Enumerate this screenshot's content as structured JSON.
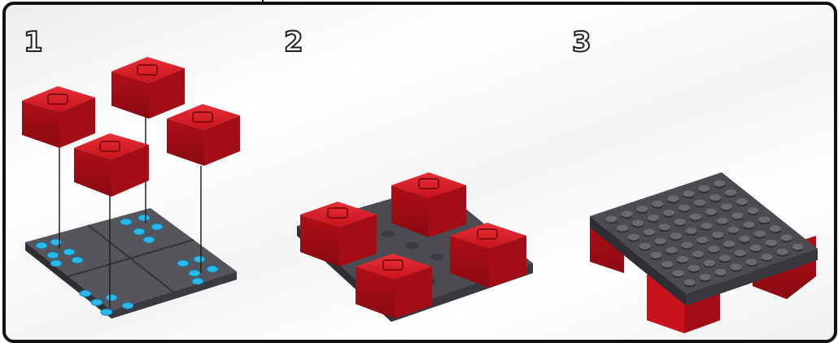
{
  "steps": [
    {
      "number": "1",
      "description_icon": "bricks-exploded-above-plate"
    },
    {
      "number": "2",
      "description_icon": "bricks-placed-on-plate"
    },
    {
      "number": "3",
      "description_icon": "assembly-flipped-over"
    }
  ],
  "colors": {
    "brick_red": "#d21a24",
    "plate_gray": "#4a4a4f",
    "stud_blue": "#29b6e8",
    "border": "#111111"
  }
}
